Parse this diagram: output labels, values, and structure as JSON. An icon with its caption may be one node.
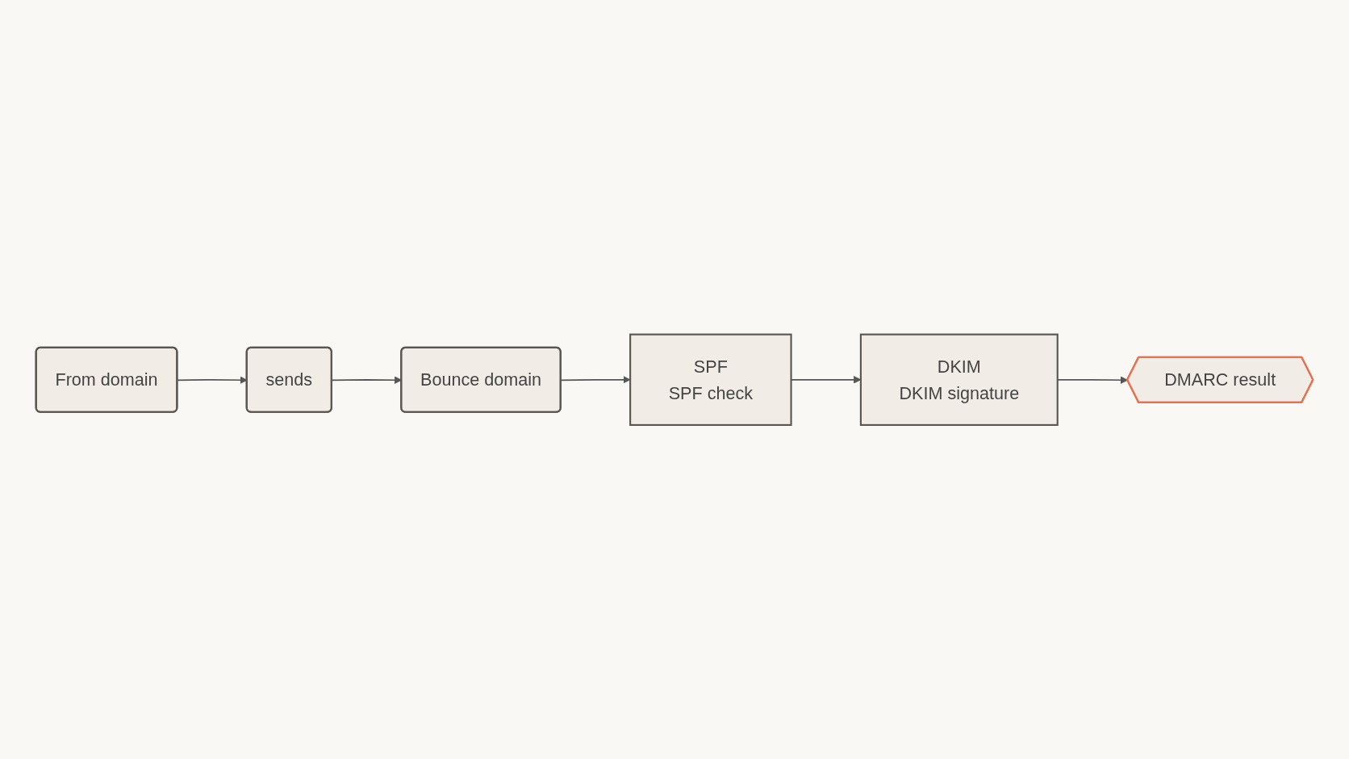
{
  "diagram": {
    "nodes": [
      {
        "text": [
          "From domain"
        ]
      },
      {
        "text": [
          "sends"
        ]
      },
      {
        "text": [
          "Bounce domain"
        ]
      },
      {
        "text": [
          "SPF",
          "SPF check"
        ]
      },
      {
        "text": [
          "DKIM",
          "DKIM signature"
        ]
      },
      {
        "text": [
          "DMARC result"
        ]
      }
    ],
    "edges": [
      {
        "from": 0,
        "to": 1,
        "arrow": "to"
      },
      {
        "from": 1,
        "to": 2,
        "arrow": "to"
      },
      {
        "from": 2,
        "to": 3,
        "arrow": "to"
      },
      {
        "from": 3,
        "to": 4,
        "arrow": "to"
      },
      {
        "from": 4,
        "to": 5,
        "arrow": "to"
      }
    ]
  }
}
